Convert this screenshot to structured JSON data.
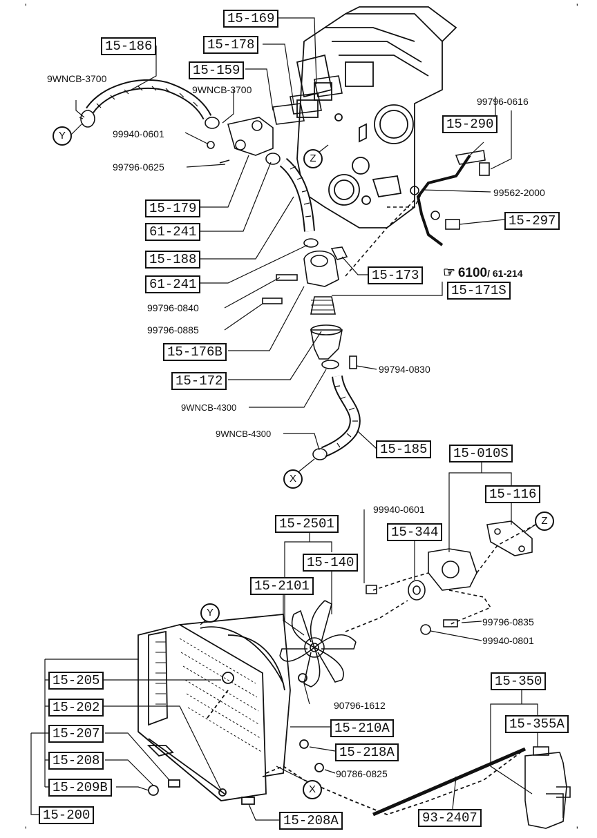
{
  "boxes": {
    "b15_169": "15-169",
    "b15_186": "15-186",
    "b15_178": "15-178",
    "b15_159": "15-159",
    "b15_290": "15-290",
    "b15_179": "15-179",
    "b61_241a": "61-241",
    "b15_188": "15-188",
    "b61_241b": "61-241",
    "b15_297": "15-297",
    "b15_173": "15-173",
    "b15_171S": "15-171S",
    "b15_176B": "15-176B",
    "b15_172": "15-172",
    "b15_185": "15-185",
    "b15_010S": "15-010S",
    "b15_116": "15-116",
    "b15_2501": "15-2501",
    "b15_344": "15-344",
    "b15_140": "15-140",
    "b15_2101": "15-2101",
    "b15_205": "15-205",
    "b15_202": "15-202",
    "b15_207": "15-207",
    "b15_208": "15-208",
    "b15_209B": "15-209B",
    "b15_200": "15-200",
    "b15_210A": "15-210A",
    "b15_218A": "15-218A",
    "b15_208A": "15-208A",
    "b93_2407": "93-2407",
    "b15_350": "15-350",
    "b15_355A": "15-355A"
  },
  "labels": {
    "l_9wncb3700a": "9WNCB-3700",
    "l_9wncb3700b": "9WNCB-3700",
    "l_99940_0601a": "99940-0601",
    "l_99796_0625": "99796-0625",
    "l_99796_0616": "99796-0616",
    "l_99562_2000": "99562-2000",
    "l_99796_0840": "99796-0840",
    "l_99796_0885": "99796-0885",
    "l_99794_0830": "99794-0830",
    "l_9wncb4300a": "9WNCB-4300",
    "l_9wncb4300b": "9WNCB-4300",
    "l_99940_0601b": "99940-0601",
    "l_99796_0835": "99796-0835",
    "l_99940_0801": "99940-0801",
    "l_90796_1612": "90796-1612",
    "l_90786_0825": "90786-0825"
  },
  "markers": {
    "y1": "Y",
    "z1": "Z",
    "x1": "X",
    "z2": "Z",
    "y2": "Y",
    "x2": "X"
  },
  "ref": {
    "arrow": "☞",
    "main": "6100",
    "sub": "/ 61-214"
  },
  "corner": "'"
}
